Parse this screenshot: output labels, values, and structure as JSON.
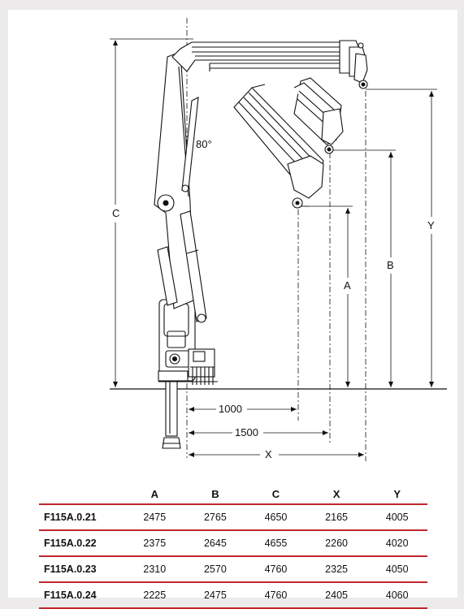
{
  "labels": {
    "angle": "80°",
    "C": "C",
    "Y": "Y",
    "B": "B",
    "A": "A",
    "dim_1000": "1000",
    "dim_1500": "1500",
    "dim_X": "X"
  },
  "table": {
    "headers": [
      "",
      "A",
      "B",
      "C",
      "X",
      "Y"
    ],
    "rows": [
      [
        "F115A.0.21",
        "2475",
        "2765",
        "4650",
        "2165",
        "4005"
      ],
      [
        "F115A.0.22",
        "2375",
        "2645",
        "4655",
        "2260",
        "4020"
      ],
      [
        "F115A.0.23",
        "2310",
        "2570",
        "4760",
        "2325",
        "4050"
      ],
      [
        "F115A.0.24",
        "2225",
        "2475",
        "4760",
        "2405",
        "4060"
      ]
    ]
  },
  "colors": {
    "rule": "#c0272d",
    "line": "#111111"
  }
}
